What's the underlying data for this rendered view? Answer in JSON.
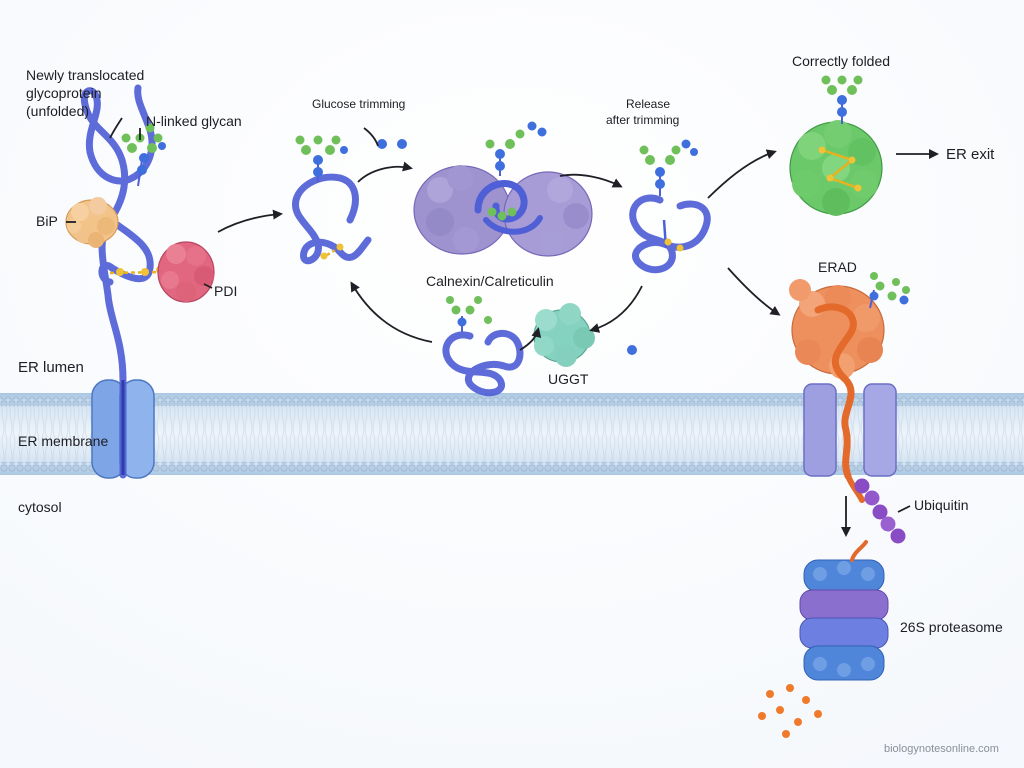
{
  "labels": {
    "newly_translocated": [
      "Newly translocated",
      "glycoprotein",
      "(unfolded)"
    ],
    "n_linked_glycan": "N-linked glycan",
    "bip": "BiP",
    "pdi": "PDI",
    "glucose_trimming": "Glucose trimming",
    "calnexin_calreticulin": "Calnexin/Calreticulin",
    "release_after_trimming": [
      "Release",
      "after trimming"
    ],
    "correctly_folded": "Correctly folded",
    "er_exit": "ER exit",
    "erad": "ERAD",
    "uggt": "UGGT",
    "er_lumen": "ER lumen",
    "er_membrane": "ER membrane",
    "cytosol": "cytosol",
    "ubiquitin": "Ubiquitin",
    "proteasome": "26S proteasome",
    "watermark": "biologynotesonline.com"
  },
  "colors": {
    "protein_chain": "#4f5fd6",
    "glycan_green": "#6fbf5a",
    "glycan_blue": "#3f6fdc",
    "bip": "#f2c48a",
    "pdi": "#e0677f",
    "calnexin": "#9e93cf",
    "uggt": "#86d2c0",
    "folded": "#6cc96a",
    "erad_complex": "#ee8f5e",
    "translocon": "#7ea6e6",
    "erad_channel": "#9d9fe0",
    "ubiquitin": "#8a4cc4",
    "proteasome_blue": "#4f86d9",
    "proteasome_purple": "#8a6fcf",
    "membrane": "#c5d9ec"
  }
}
